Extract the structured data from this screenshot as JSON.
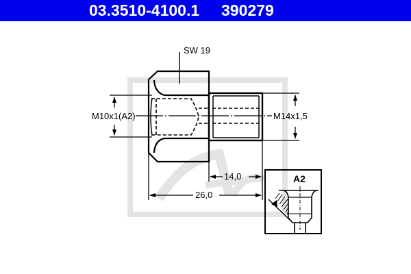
{
  "header": {
    "part_number": "03.3510-4100.1",
    "article_code": "390279",
    "background_color": "#0000ee",
    "text_color": "#ffffff"
  },
  "drawing": {
    "wrench_size_label": "SW 19",
    "inner_thread_label": "M10x1(A2)",
    "outer_thread_label": "M14x1,5",
    "thread_length_label": "14,0",
    "total_length_label": "26,0",
    "detail_label": "A2",
    "watermark": "ate-logo",
    "line_color": "#000000",
    "watermark_color": "#e6e6e6"
  }
}
